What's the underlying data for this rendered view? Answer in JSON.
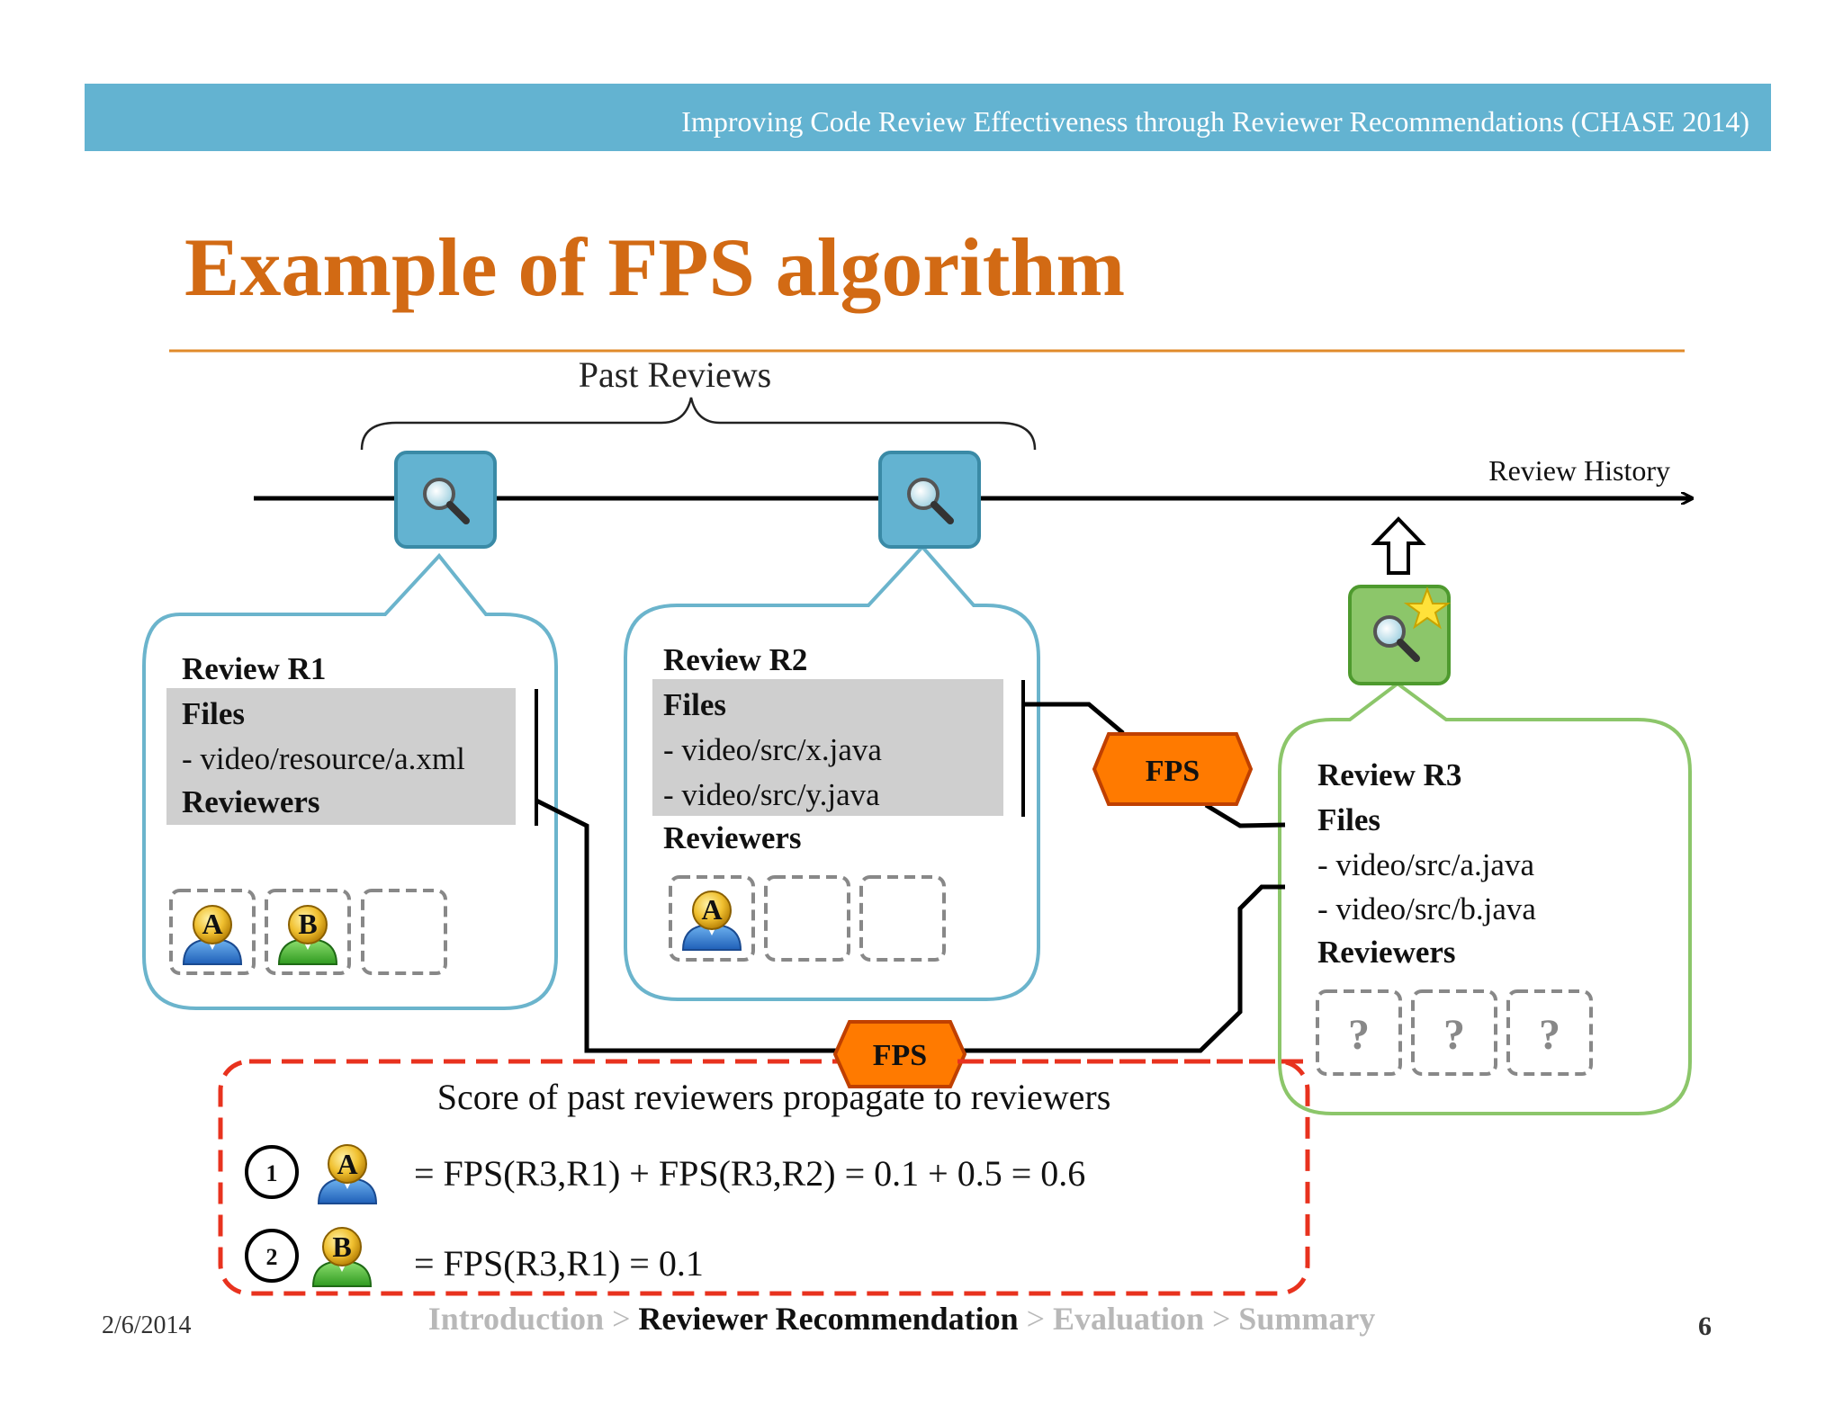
{
  "header": {
    "subtitle": "Improving Code Review Effectiveness through Reviewer Recommendations (CHASE 2014)"
  },
  "slide": {
    "title": "Example of FPS algorithm",
    "date": "2/6/2014",
    "page_number": "6"
  },
  "breadcrumb": {
    "items": [
      {
        "label": "Introduction",
        "active": false
      },
      {
        "label": "Reviewer Recommendation",
        "active": true
      },
      {
        "label": "Evaluation",
        "active": false
      },
      {
        "label": "Summary",
        "active": false
      }
    ],
    "separator": ">"
  },
  "timeline": {
    "past_label": "Past Reviews",
    "history_label": "Review History"
  },
  "reviews": [
    {
      "title": "Review R1",
      "files_label": "Files",
      "files": [
        "- video/resource/a.xml"
      ],
      "reviewers_label": "Reviewers",
      "reviewers": [
        "A",
        "B"
      ]
    },
    {
      "title": "Review R2",
      "files_label": "Files",
      "files": [
        "- video/src/x.java",
        "- video/src/y.java"
      ],
      "reviewers_label": "Reviewers",
      "reviewers": [
        "A"
      ]
    },
    {
      "title": "Review R3",
      "files_label": "Files",
      "files": [
        "- video/src/a.java",
        "- video/src/b.java"
      ],
      "reviewers_label": "Reviewers",
      "reviewers": [
        "?",
        "?",
        "?"
      ]
    }
  ],
  "fps_label": "FPS",
  "score": {
    "caption": "Score of past reviewers propagate to reviewers",
    "rows": [
      {
        "rank": "1",
        "reviewer": "A",
        "formula": "= FPS(R3,R1) + FPS(R3,R2) = 0.1 + 0.5 = 0.6"
      },
      {
        "rank": "2",
        "reviewer": "B",
        "formula": "= FPS(R3,R1) = 0.1"
      }
    ]
  },
  "colors": {
    "header_bar": "#63b3d1",
    "title": "#d26a14",
    "bubble_blue": "#6bb4cc",
    "bubble_green": "#8cc66a",
    "fps_badge": "#ff7a00",
    "dashed_red": "#e8321e",
    "gray_box": "#cfcfcf"
  }
}
